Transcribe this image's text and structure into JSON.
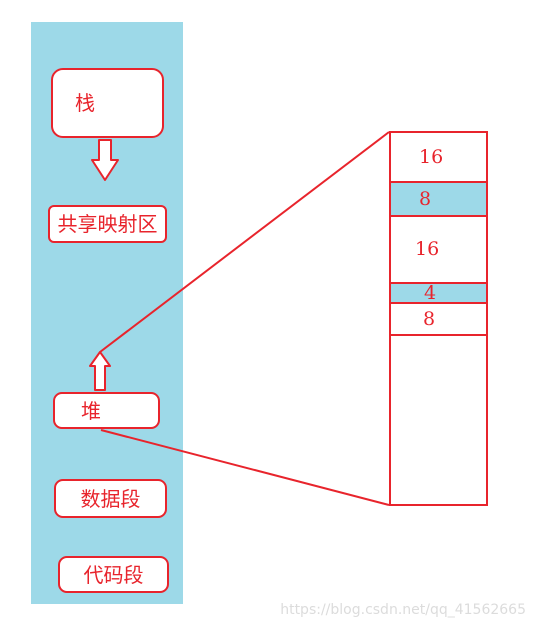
{
  "segments": {
    "stack": "栈",
    "shared_mapping": "共享映射区",
    "heap": "堆",
    "data": "数据段",
    "code": "代码段"
  },
  "heap_blocks": [
    "16",
    "8",
    "16",
    "4",
    "8"
  ],
  "filled_blocks": [
    false,
    true,
    false,
    true,
    false
  ],
  "colors": {
    "memory_background": "#9dd9e8",
    "outline": "#e8242c",
    "text": "#e8242c"
  },
  "watermark": "https://blog.csdn.net/qq_41562665"
}
